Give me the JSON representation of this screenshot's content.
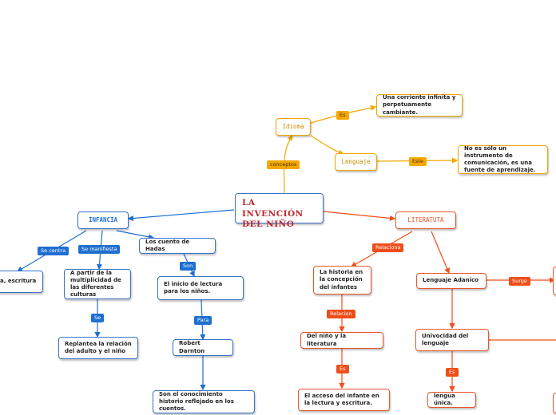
{
  "root": {
    "title": "LA INVENCIÓN DEL NIÑO"
  },
  "colors": {
    "blue": "#1f6fd1",
    "orange": "#ee4e1a",
    "gold": "#f4a800",
    "root_text": "#c0262e"
  },
  "labels": {
    "conceptos": "conceptos",
    "es_1": "Es",
    "este": "Este",
    "se_centra": "Se centra",
    "se_manifiesta": "Se manifiesta",
    "son": "Son",
    "se": "Se",
    "para": "Para",
    "relaciona": "Relaciona",
    "relacion": "Relacion",
    "es_2": "Es",
    "surge": "Surge",
    "es_3": "Es"
  },
  "nodes": {
    "idioma": "Idioma",
    "lenguaje": "Lenguaje",
    "corriente": "Una corriente infinita y perpetuamente cambiante.",
    "no_es_solo": "No es sólo un instrumento de comunicación, es una fuente de aprendizaje.",
    "infancia": "INFANCIA",
    "escritura": "a, escritura",
    "multiplicidad": "A partir de la multiplicidad de las diferentes culturas",
    "cuento_hadas": "Los cuento de Hadas",
    "inicio_lectura": "El inicio de lectura para los niños.",
    "replantea": "Replantea la relación del adulto y el niño",
    "darnton": "Robert Darnton",
    "conocimiento": "Son el conocimiento historio reflejado en los cuentos.",
    "literatura": "LITERATUTA",
    "historia": "La historia en la concepción del infantes",
    "nino_literatura": "Del niño y la literatura",
    "acceso": "El acceso del infante en la lectura y escritura.",
    "adanico": "Lenguaje Adanico",
    "univocidad": "Univocidad del lenguaje",
    "lengua_unica": "lengua única."
  }
}
